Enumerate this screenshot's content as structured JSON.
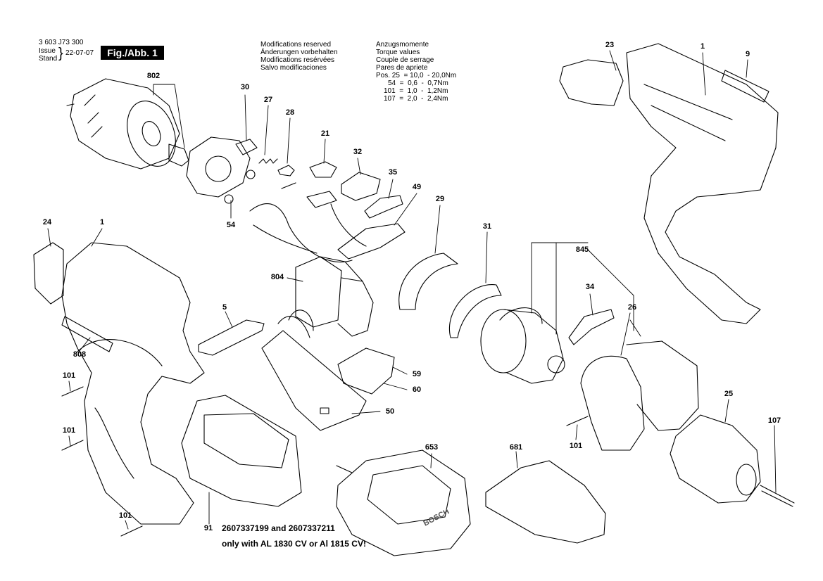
{
  "header": {
    "doc_number": "3 603 J73 300",
    "issue_label": "Issue",
    "stand_label": "Stand",
    "issue_date": "22-07-07",
    "fig_label": "Fig./Abb. 1",
    "modifications": [
      "Modifications reserved",
      "Änderungen vorbehalten",
      "Modifications resérvées",
      "Salvo modificaciones"
    ],
    "torque_titles": [
      "Anzugsmomente",
      "Torque values",
      "Couple de serrage",
      "Pares de apriete"
    ],
    "torque_rows": [
      "Pos. 25  = 10,0  - 20,0Nm",
      "54  =  0,6  -  0,7Nm",
      "101  =  1,0  -  1,2Nm",
      "107  =  2,0  -  2,4Nm"
    ]
  },
  "labels": {
    "p802": "802",
    "p30": "30",
    "p27": "27",
    "p28": "28",
    "p21": "21",
    "p32": "32",
    "p35": "35",
    "p49": "49",
    "p29": "29",
    "p31": "31",
    "p845": "845",
    "p23": "23",
    "p1a": "1",
    "p9": "9",
    "p24": "24",
    "p1b": "1",
    "p54": "54",
    "p804": "804",
    "p5": "5",
    "p808": "808",
    "p101a": "101",
    "p101b": "101",
    "p101c": "101",
    "p101d": "101",
    "p59": "59",
    "p60": "60",
    "p50": "50",
    "p34": "34",
    "p26": "26",
    "p25": "25",
    "p107": "107",
    "p653": "653",
    "p681": "681",
    "p91": "91"
  },
  "notes": {
    "battery_part_numbers": "2607337199 and 2607337211",
    "battery_compat": "only with AL 1830 CV or Al 1815 CV!",
    "charger_brand": "BOSCH"
  }
}
